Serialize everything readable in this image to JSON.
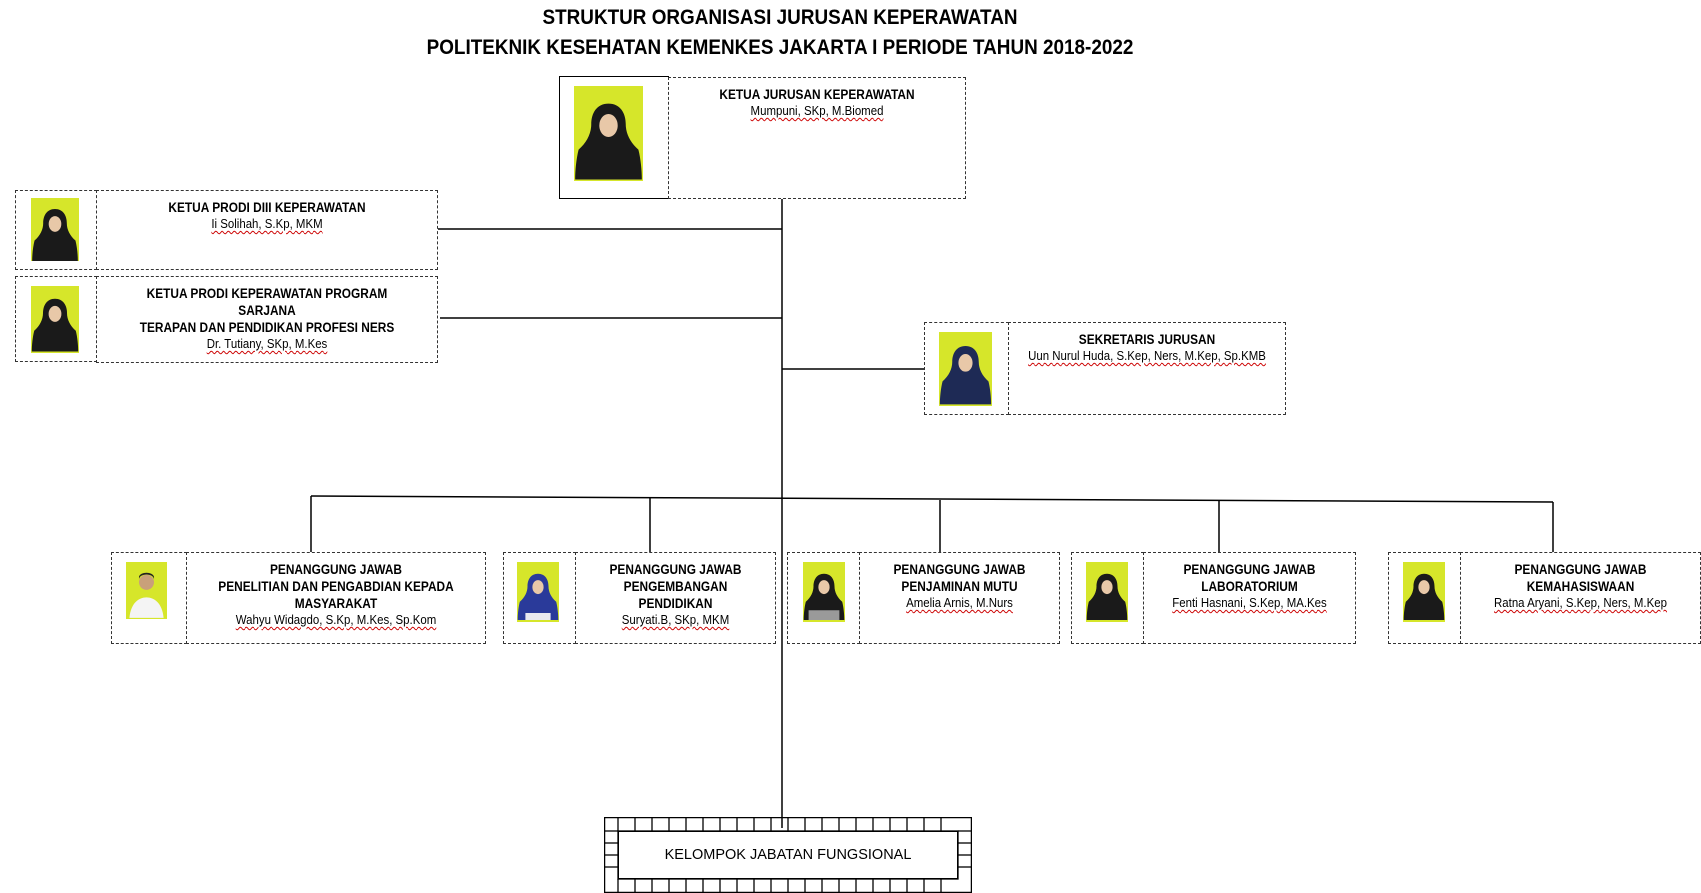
{
  "title_line1": "STRUKTUR ORGANISASI JURUSAN KEPERAWATAN",
  "title_line2": "POLITEKNIK KESEHATAN KEMENKES JAKARTA I PERIODE TAHUN 2018-2022",
  "ketua": {
    "role": "KETUA JURUSAN KEPERAWATAN",
    "name": "Mumpuni, SKp, M.Biomed"
  },
  "prodi_diii": {
    "role": "KETUA PRODI DIII KEPERAWATAN",
    "name": "Ii Solihah, S.Kp, MKM"
  },
  "prodi_sarjana": {
    "role_line1": "KETUA PRODI KEPERAWATAN PROGRAM SARJANA",
    "role_line2": "TERAPAN DAN PENDIDIKAN PROFESI NERS",
    "name": "Dr. Tutiany, SKp, M.Kes"
  },
  "sekretaris": {
    "role": "SEKRETARIS JURUSAN",
    "name": "Uun Nurul Huda, S.Kep, Ners, M.Kep, Sp.KMB"
  },
  "pj": [
    {
      "role_lines": [
        "PENANGGUNG JAWAB",
        "PENELITIAN DAN PENGABDIAN KEPADA",
        "MASYARAKAT"
      ],
      "name": "Wahyu Widagdo, S.Kp, M.Kes, Sp.Kom"
    },
    {
      "role_lines": [
        "PENANGGUNG JAWAB",
        "PENGEMBANGAN",
        "PENDIDIKAN"
      ],
      "name": "Suryati.B, SKp, MKM"
    },
    {
      "role_lines": [
        "PENANGGUNG JAWAB",
        "PENJAMINAN MUTU"
      ],
      "name": "Amelia Arnis, M.Nurs"
    },
    {
      "role_lines": [
        "PENANGGUNG JAWAB",
        "LABORATORIUM"
      ],
      "name": "Fenti Hasnani, S.Kep, MA.Kes"
    },
    {
      "role_lines": [
        "PENANGGUNG JAWAB",
        "KEMAHASISWAAN"
      ],
      "name": "Ratna Aryani, S.Kep, Ners, M.Kep"
    }
  ],
  "fungsional": "KELOMPOK JABATAN FUNGSIONAL",
  "colors": {
    "photo_bg": "#d6e62a",
    "hijab": "#1a1a1a",
    "skin": "#e8c8a8",
    "hijab_blue": "#2a3a9a",
    "line": "#000000"
  }
}
